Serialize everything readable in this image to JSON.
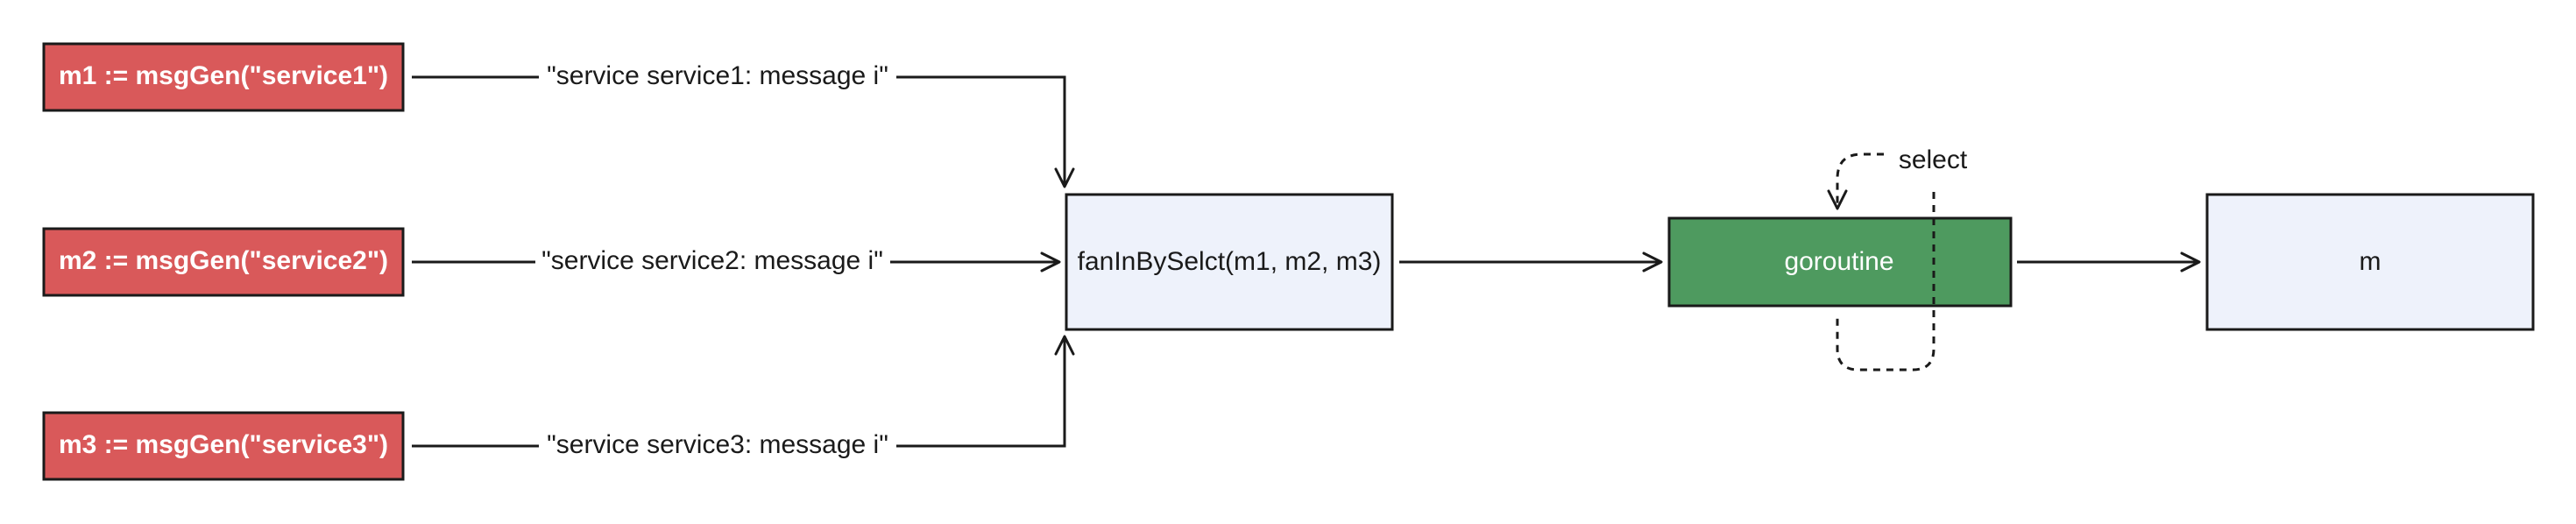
{
  "sources": [
    {
      "label": "m1 := msgGen(\"service1\")",
      "message": "\"service service1: message i\""
    },
    {
      "label": "m2 := msgGen(\"service2\")",
      "message": "\"service service2: message i\""
    },
    {
      "label": "m3 := msgGen(\"service3\")",
      "message": "\"service service3: message i\""
    }
  ],
  "fanin": {
    "label": "fanInBySelct(m1, m2, m3)"
  },
  "goroutine": {
    "label": "goroutine",
    "loop_label": "select"
  },
  "output": {
    "label": "m"
  },
  "colors": {
    "source_fill": "#d9595a",
    "node_fill": "#eef2fb",
    "goroutine_fill": "#4e9a5f",
    "stroke": "#1a1a1a"
  }
}
